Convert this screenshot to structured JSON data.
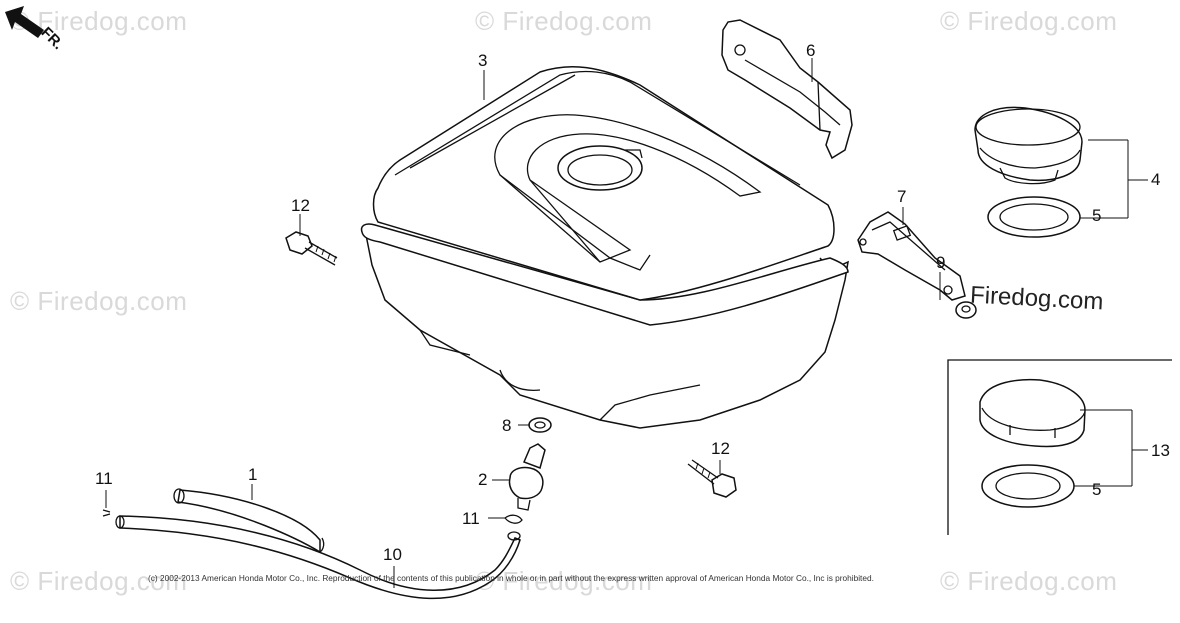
{
  "orientation_label": "FR.",
  "watermark": "© Firedog.com",
  "watermark_plain": "Firedog.com",
  "copyright": "(c) 2002-2013 American Honda Motor Co., Inc. Reproduction of the contents of this publication in whole or in part without the express written approval of American Honda Motor Co., Inc is prohibited.",
  "callouts": [
    "1",
    "2",
    "3",
    "4",
    "5",
    "6",
    "7",
    "8",
    "9",
    "10",
    "11",
    "12",
    "13"
  ],
  "icons": [
    "front-direction-arrow-icon"
  ]
}
